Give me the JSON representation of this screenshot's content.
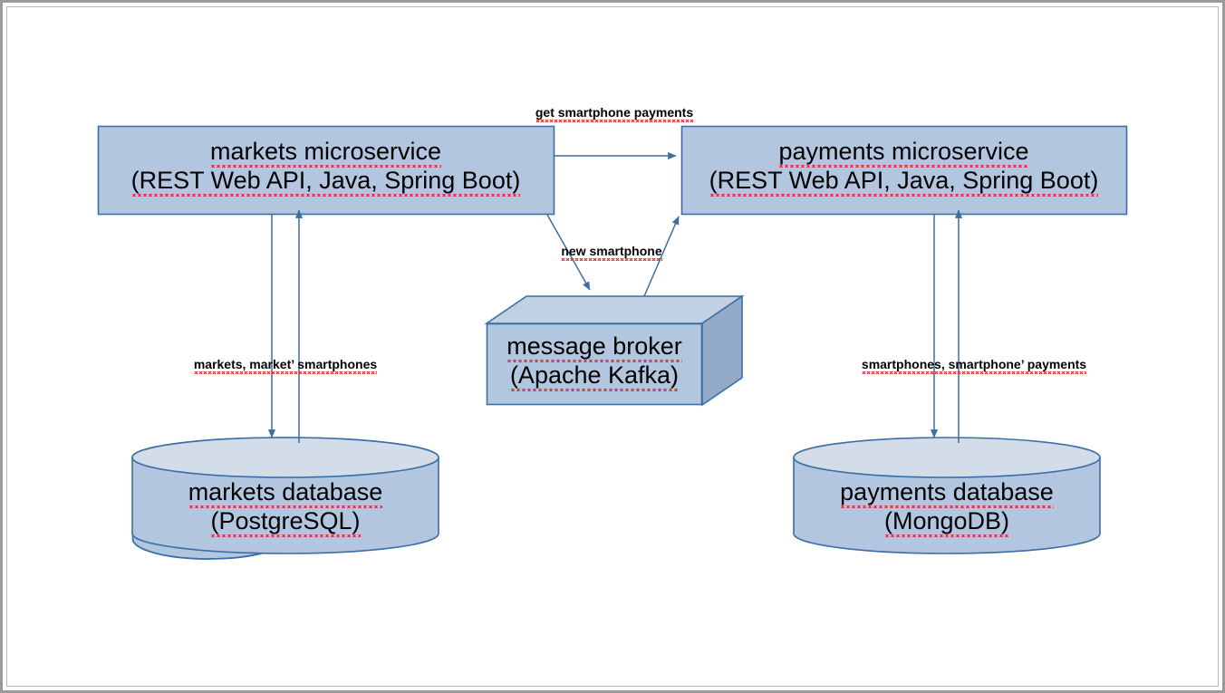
{
  "diagram": {
    "title": "Microservices architecture diagram",
    "background_color": "#ffffff",
    "frame_border_color": "#9a9a9a",
    "shape_fill": "#b3c6e0",
    "shape_stroke": "#3b6ea5",
    "cylinder_top_fill": "#d3dde9",
    "cuboid_top_fill": "#c2d0e3",
    "cuboid_side_fill": "#93aac9",
    "connector_color": "#3b6ea5",
    "spellcheck_underline_color": "#e8222a"
  },
  "nodes": {
    "markets_service": {
      "name": "markets microservice",
      "tech": "(REST Web API, Java, Spring Boot)",
      "shape": "rectangle"
    },
    "payments_service": {
      "name": "payments microservice",
      "tech": "(REST Web API, Java, Spring Boot)",
      "shape": "rectangle"
    },
    "message_broker": {
      "name": "message broker",
      "tech": "(Apache Kafka)",
      "shape": "cuboid"
    },
    "markets_database": {
      "name": "markets database",
      "tech": "(PostgreSQL)",
      "shape": "cylinder"
    },
    "payments_database": {
      "name": "payments database",
      "tech": "(MongoDB)",
      "shape": "cylinder"
    }
  },
  "edges": [
    {
      "id": "markets-to-payments",
      "label": "get smartphone payments",
      "from": "markets_service",
      "to": "payments_service",
      "direction": "right"
    },
    {
      "id": "markets-to-broker",
      "label": "new smartphone",
      "from": "markets_service",
      "to": "message_broker",
      "direction": "down-right"
    },
    {
      "id": "broker-to-payments",
      "label": "",
      "from": "message_broker",
      "to": "payments_service",
      "direction": "up-right"
    },
    {
      "id": "markets-service-db",
      "label": "markets, market’ smartphones",
      "from": "markets_service",
      "to": "markets_database",
      "direction": "bidirectional"
    },
    {
      "id": "payments-service-db",
      "label": "smartphones, smartphone’ payments",
      "from": "payments_service",
      "to": "payments_database",
      "direction": "bidirectional"
    }
  ]
}
